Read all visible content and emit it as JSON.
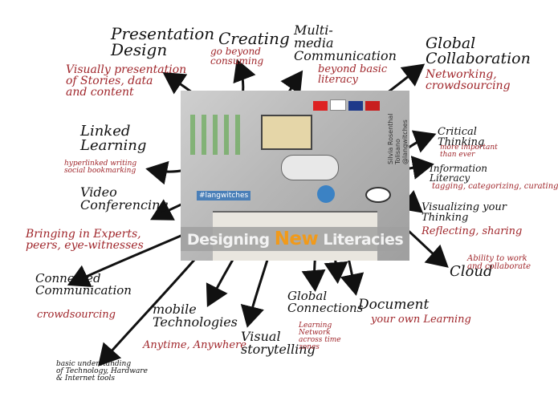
{
  "center": {
    "title_pre": "Designing ",
    "title_hl": "New",
    "title_post": " Literacies",
    "credit": "Silvia Rosenthal Tolisano @langwitches",
    "hashtag": "#langwitches"
  },
  "nodes": {
    "presentation_title": "Presentation\nDesign",
    "presentation_desc": "Visually presentation\nof Stories, data\nand content",
    "creating_title": "Creating",
    "creating_desc": "go beyond\nconsuming",
    "multimedia_title": "Multi-\nmedia\nCommunication",
    "multimedia_desc": "beyond basic\nliteracy",
    "global_collab_title": "Global\nCollaboration",
    "global_collab_desc": "Networking,\ncrowdsourcing",
    "critical_title": "Critical\nThinking",
    "critical_desc": "more important\nthan ever",
    "info_title": "Information\nLiteracy",
    "info_desc": "tagging, categorizing, curating",
    "visualizing_title": "Visualizing your\nThinking",
    "visualizing_desc": "Reflecting, sharing",
    "cloud_title": "Cloud",
    "cloud_desc": "Ability to work\nand collaborate",
    "linked_title": "Linked\nLearning",
    "linked_desc": "hyperlinked writing\nsocial bookmarking",
    "video_title": "Video\nConferencing",
    "video_desc": "Bringing in Experts,\npeers, eye-witnesses",
    "connected_title": "Connected\nCommunication",
    "connected_desc": "crowdsourcing",
    "mobile_title": "mobile\nTechnologies",
    "mobile_desc": "Anytime, Anywhere",
    "visual_title": "Visual\nstorytelling",
    "global_conn_title": "Global\nConnections",
    "global_conn_desc": "Learning\nNetwork\nacross time\nzones",
    "document_title": "Document",
    "document_desc": "your own Learning",
    "basic_title": "basic understanding\nof Technology, Hardware\n& Internet tools"
  }
}
